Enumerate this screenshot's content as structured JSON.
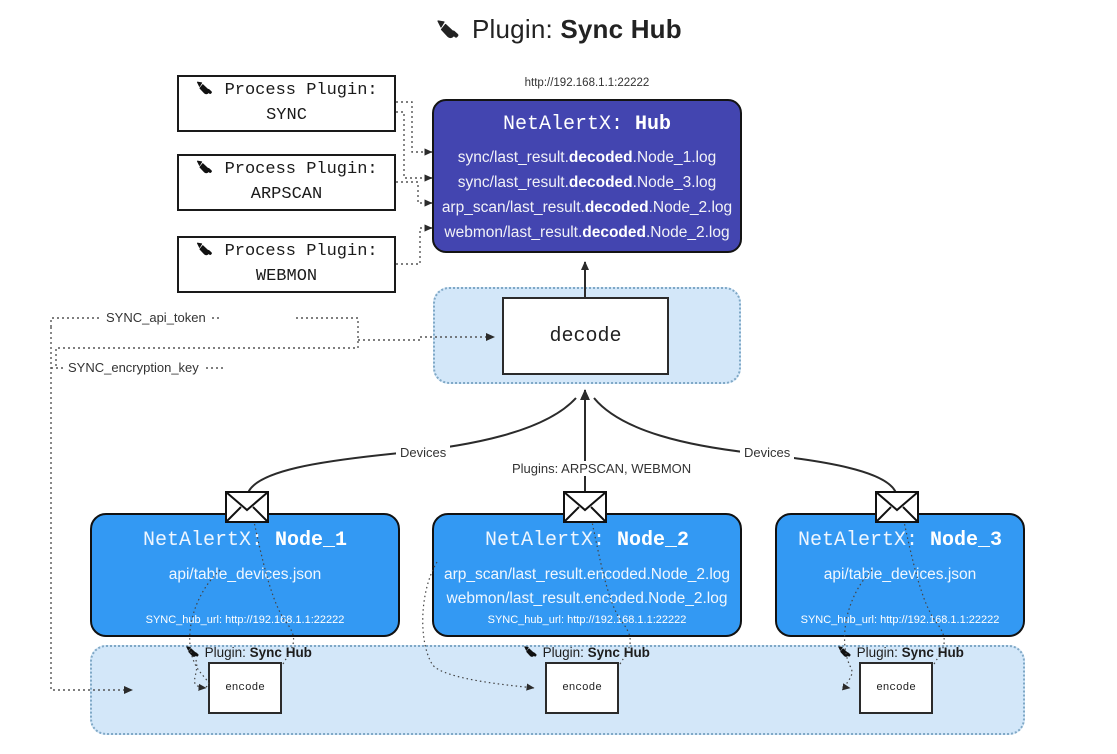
{
  "header": {
    "icon": "plug-icon",
    "prefix": "Plugin:",
    "title": "Sync Hub"
  },
  "process_plugins": [
    {
      "icon": "plug-icon",
      "line1": "Process Plugin:",
      "line2": "SYNC"
    },
    {
      "icon": "plug-icon",
      "line1": "Process Plugin:",
      "line2": "ARPSCAN"
    },
    {
      "icon": "plug-icon",
      "line1": "Process Plugin:",
      "line2": "WEBMON"
    }
  ],
  "hub": {
    "url": "http://192.168.1.1:22222",
    "name_prefix": "NetAlertX:",
    "name": "Hub",
    "logs": [
      {
        "pre": "sync/last_result.",
        "strong": "decoded",
        "post": ".Node_1.log"
      },
      {
        "pre": "sync/last_result.",
        "strong": "decoded",
        "post": ".Node_3.log"
      },
      {
        "pre": "arp_scan/last_result.",
        "strong": "decoded",
        "post": ".Node_2.log"
      },
      {
        "pre": "webmon/last_result.",
        "strong": "decoded",
        "post": ".Node_2.log"
      }
    ]
  },
  "decode": {
    "label": "decode"
  },
  "settings": {
    "api_token": "SYNC_api_token",
    "encryption_key": "SYNC_encryption_key"
  },
  "edge_labels": {
    "devices_left": "Devices",
    "plugins_mid": "Plugins: ARPSCAN, WEBMON",
    "devices_right": "Devices"
  },
  "nodes": [
    {
      "icon": "envelope-icon",
      "name_prefix": "NetAlertX:",
      "name": "Node_1",
      "lines": [
        "api/table_devices.json"
      ],
      "url_label": "SYNC_hub_url: http://192.168.1.1:22222"
    },
    {
      "icon": "envelope-icon",
      "name_prefix": "NetAlertX:",
      "name": "Node_2",
      "lines": [
        "arp_scan/last_result.encoded.Node_2.log",
        "webmon/last_result.encoded.Node_2.log"
      ],
      "url_label": "SYNC_hub_url: http://192.168.1.1:22222"
    },
    {
      "icon": "envelope-icon",
      "name_prefix": "NetAlertX:",
      "name": "Node_3",
      "lines": [
        "api/table_devices.json"
      ],
      "url_label": "SYNC_hub_url: http://192.168.1.1:22222"
    }
  ],
  "encoders": [
    {
      "icon": "plug-icon",
      "prefix": "Plugin:",
      "title": "Sync Hub",
      "box_label": "encode"
    },
    {
      "icon": "plug-icon",
      "prefix": "Plugin:",
      "title": "Sync Hub",
      "box_label": "encode"
    },
    {
      "icon": "plug-icon",
      "prefix": "Plugin:",
      "title": "Sync Hub",
      "box_label": "encode"
    }
  ],
  "colors": {
    "hub_fill": "#4345b0",
    "node_fill": "#3399f3",
    "cluster_fill": "#d3e7f9",
    "cluster_border": "#7fa8c6",
    "stroke": "#2b2b2b"
  }
}
